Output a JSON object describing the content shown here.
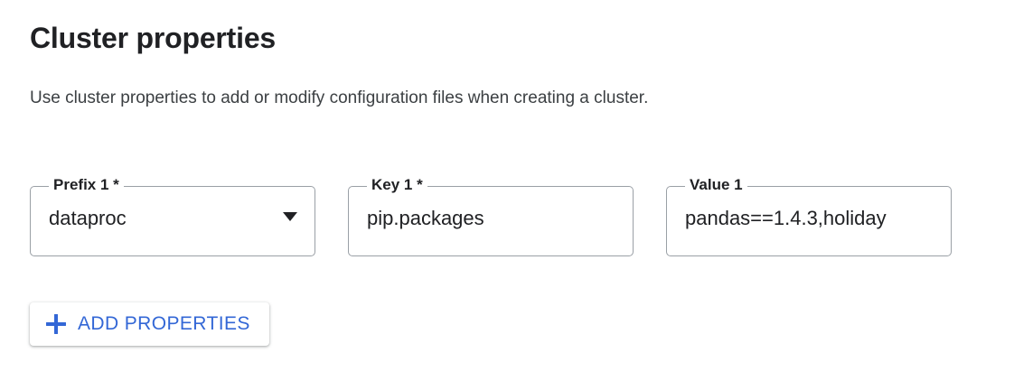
{
  "header": {
    "title": "Cluster properties",
    "description": "Use cluster properties to add or modify configuration files when creating a cluster."
  },
  "properties_row": {
    "prefix": {
      "label": "Prefix 1 *",
      "value": "dataproc",
      "icon": "chevron-down-icon",
      "control": "select"
    },
    "key": {
      "label": "Key 1 *",
      "value": "pip.packages",
      "control": "text"
    },
    "value": {
      "label": "Value 1",
      "value": "pandas==1.4.3,holiday",
      "control": "text"
    }
  },
  "actions": {
    "add_properties": {
      "label": "ADD PROPERTIES",
      "icon": "plus-icon"
    }
  },
  "colors": {
    "accent": "#3367d6",
    "text": "#202124",
    "secondary_text": "#3c4043",
    "border": "#9aa0a6",
    "background": "#ffffff"
  }
}
